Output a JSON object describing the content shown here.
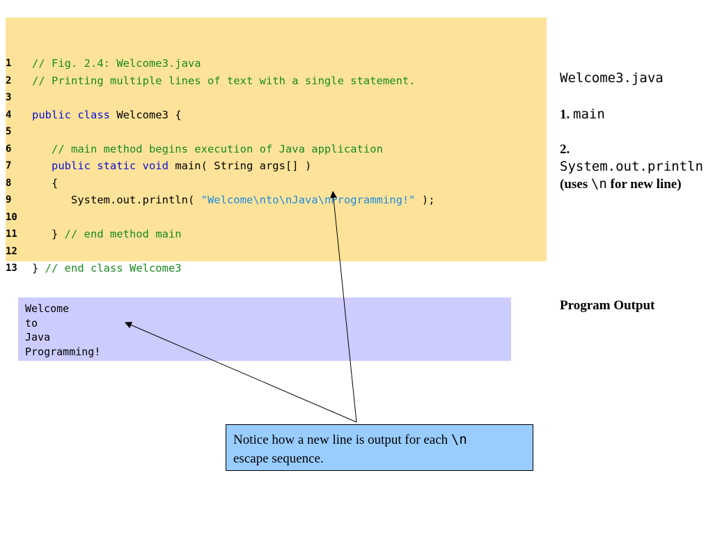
{
  "code": {
    "lines": [
      {
        "num": "1",
        "tokens": [
          {
            "t": "// Fig. 2.4: Welcome3.java",
            "c": "comment"
          }
        ]
      },
      {
        "num": "2",
        "tokens": [
          {
            "t": "// Printing multiple lines of text with a single statement.",
            "c": "comment"
          }
        ]
      },
      {
        "num": "3",
        "tokens": []
      },
      {
        "num": "4",
        "tokens": [
          {
            "t": "public class ",
            "c": "keyword"
          },
          {
            "t": "Welcome3 {",
            "c": "plain"
          }
        ]
      },
      {
        "num": "5",
        "tokens": []
      },
      {
        "num": "6",
        "tokens": [
          {
            "t": "   // main method begins execution of Java application",
            "c": "comment"
          }
        ]
      },
      {
        "num": "7",
        "tokens": [
          {
            "t": "   public static void ",
            "c": "keyword"
          },
          {
            "t": "main( String args[] )",
            "c": "plain"
          }
        ]
      },
      {
        "num": "8",
        "tokens": [
          {
            "t": "   {",
            "c": "plain"
          }
        ]
      },
      {
        "num": "9",
        "tokens": [
          {
            "t": "      System.out.println( ",
            "c": "plain"
          },
          {
            "t": "\"Welcome\\nto\\nJava\\nProgramming!\"",
            "c": "string"
          },
          {
            "t": " );",
            "c": "plain"
          }
        ]
      },
      {
        "num": "10",
        "tokens": []
      },
      {
        "num": "11",
        "tokens": [
          {
            "t": "   } ",
            "c": "plain"
          },
          {
            "t": "// end method main",
            "c": "comment"
          }
        ]
      },
      {
        "num": "12",
        "tokens": []
      },
      {
        "num": "13",
        "tokens": [
          {
            "t": "} ",
            "c": "plain"
          },
          {
            "t": "// end class Welcome3",
            "c": "comment"
          }
        ]
      }
    ]
  },
  "output": {
    "lines": [
      "Welcome",
      "to",
      "Java",
      "Programming!"
    ]
  },
  "callout": {
    "text_before": "Notice how a new line is output for each ",
    "code": "\\n",
    "text_after": "escape sequence."
  },
  "sidebar": {
    "filename": "Welcome3.java",
    "step1_num": "1.",
    "step1_code": "main",
    "step2_num": "2.",
    "step2_code": "System.out.println",
    "step2_text_a": "(uses ",
    "step2_code2": "\\n",
    "step2_text_b": " for new line)",
    "program_output": "Program Output"
  },
  "colors": {
    "code_bg": "#fde39a",
    "output_bg": "#ccccff",
    "callout_bg": "#99ccff",
    "comment": "#188a1e",
    "keyword": "#0d0fd1",
    "string": "#1f8ad8"
  }
}
